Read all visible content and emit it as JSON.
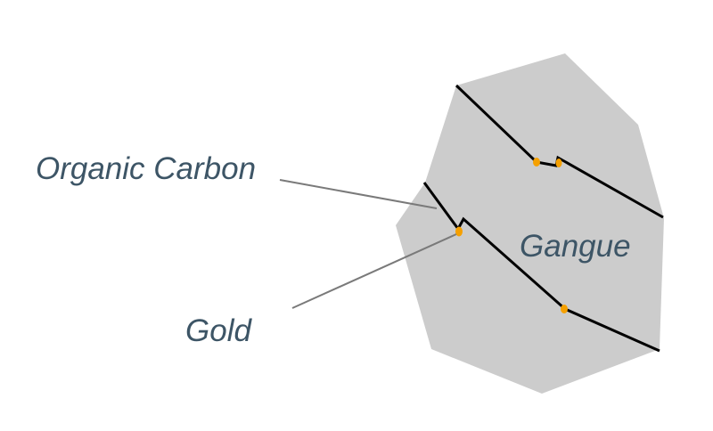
{
  "labels": {
    "organic_carbon": "Organic Carbon",
    "gold": "Gold",
    "gangue": "Gangue"
  },
  "colors": {
    "gangue_fill": "#cccccc",
    "vein_line": "#000000",
    "gold_particle": "#f5a000",
    "leader_line": "#7a7a7a",
    "label_text": "#3d5566"
  }
}
